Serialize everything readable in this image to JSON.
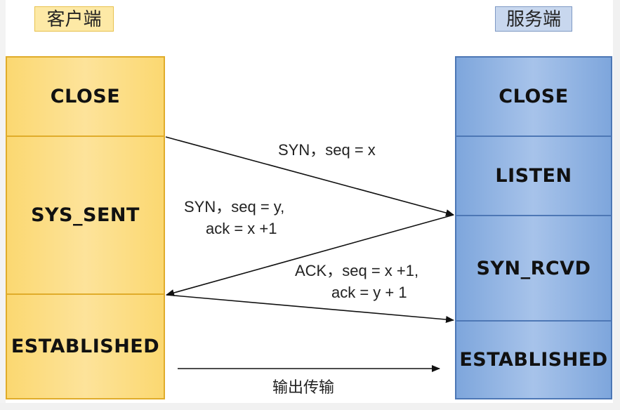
{
  "headers": {
    "client": "客户端",
    "server": "服务端"
  },
  "client_states": [
    "CLOSE",
    "SYS_SENT",
    "ESTABLISHED"
  ],
  "server_states": [
    "CLOSE",
    "LISTEN",
    "SYN_RCVD",
    "ESTABLISHED"
  ],
  "messages": {
    "syn": "SYN，seq = x",
    "syn_ack_line1": "SYN，seq = y,",
    "syn_ack_line2": "ack =  x +1",
    "ack_line1": "ACK，seq = x +1,",
    "ack_line2": "ack = y + 1",
    "data": "输出传输"
  },
  "colors": {
    "client_fill": "#fbd871",
    "client_border": "#e0ac2a",
    "server_fill": "#7ea6dc",
    "server_border": "#4d77b5",
    "arrow": "#111111"
  }
}
